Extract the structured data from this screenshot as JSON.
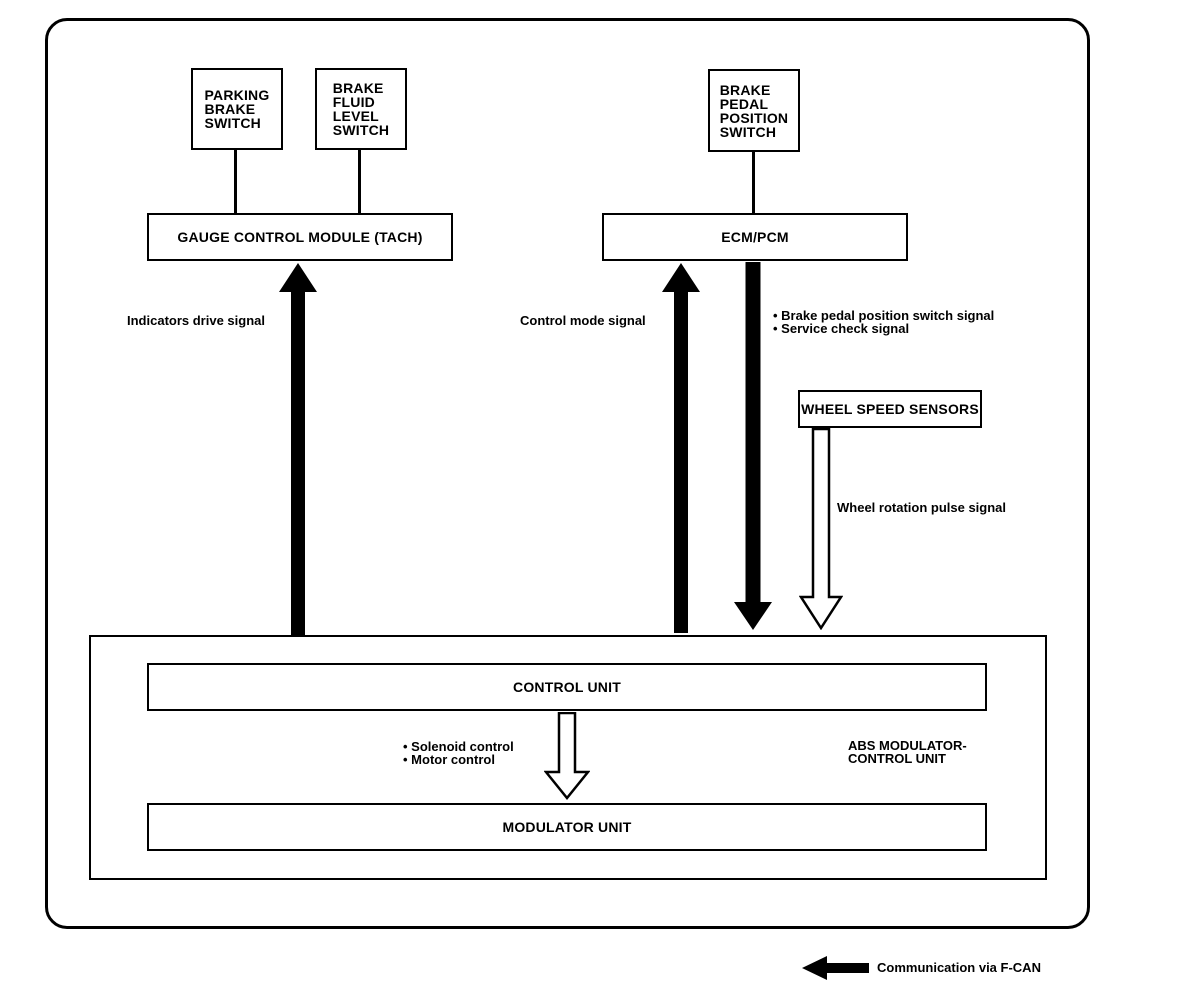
{
  "boxes": {
    "parking_brake_switch": "PARKING\nBRAKE\nSWITCH",
    "brake_fluid_level_switch": "BRAKE\nFLUID\nLEVEL\nSWITCH",
    "brake_pedal_position_switch": "BRAKE\nPEDAL\nPOSITION\nSWITCH",
    "gauge_control_module": "GAUGE CONTROL MODULE (TACH)",
    "ecm_pcm": "ECM/PCM",
    "wheel_speed_sensors": "WHEEL SPEED SENSORS",
    "control_unit": "CONTROL UNIT",
    "modulator_unit": "MODULATOR UNIT"
  },
  "labels": {
    "abs_modulator_control_unit": "ABS MODULATOR-\nCONTROL UNIT"
  },
  "signals": {
    "indicators_drive": "Indicators drive signal",
    "control_mode": "Control mode signal",
    "ecm_outputs": [
      "Brake pedal position switch signal",
      "Service check signal"
    ],
    "wheel_rotation": "Wheel rotation pulse signal",
    "control_outputs": [
      "Solenoid control",
      "Motor control"
    ]
  },
  "legend": {
    "communication": "Communication via F-CAN"
  },
  "colors": {
    "line": "#000000",
    "background": "#ffffff"
  }
}
